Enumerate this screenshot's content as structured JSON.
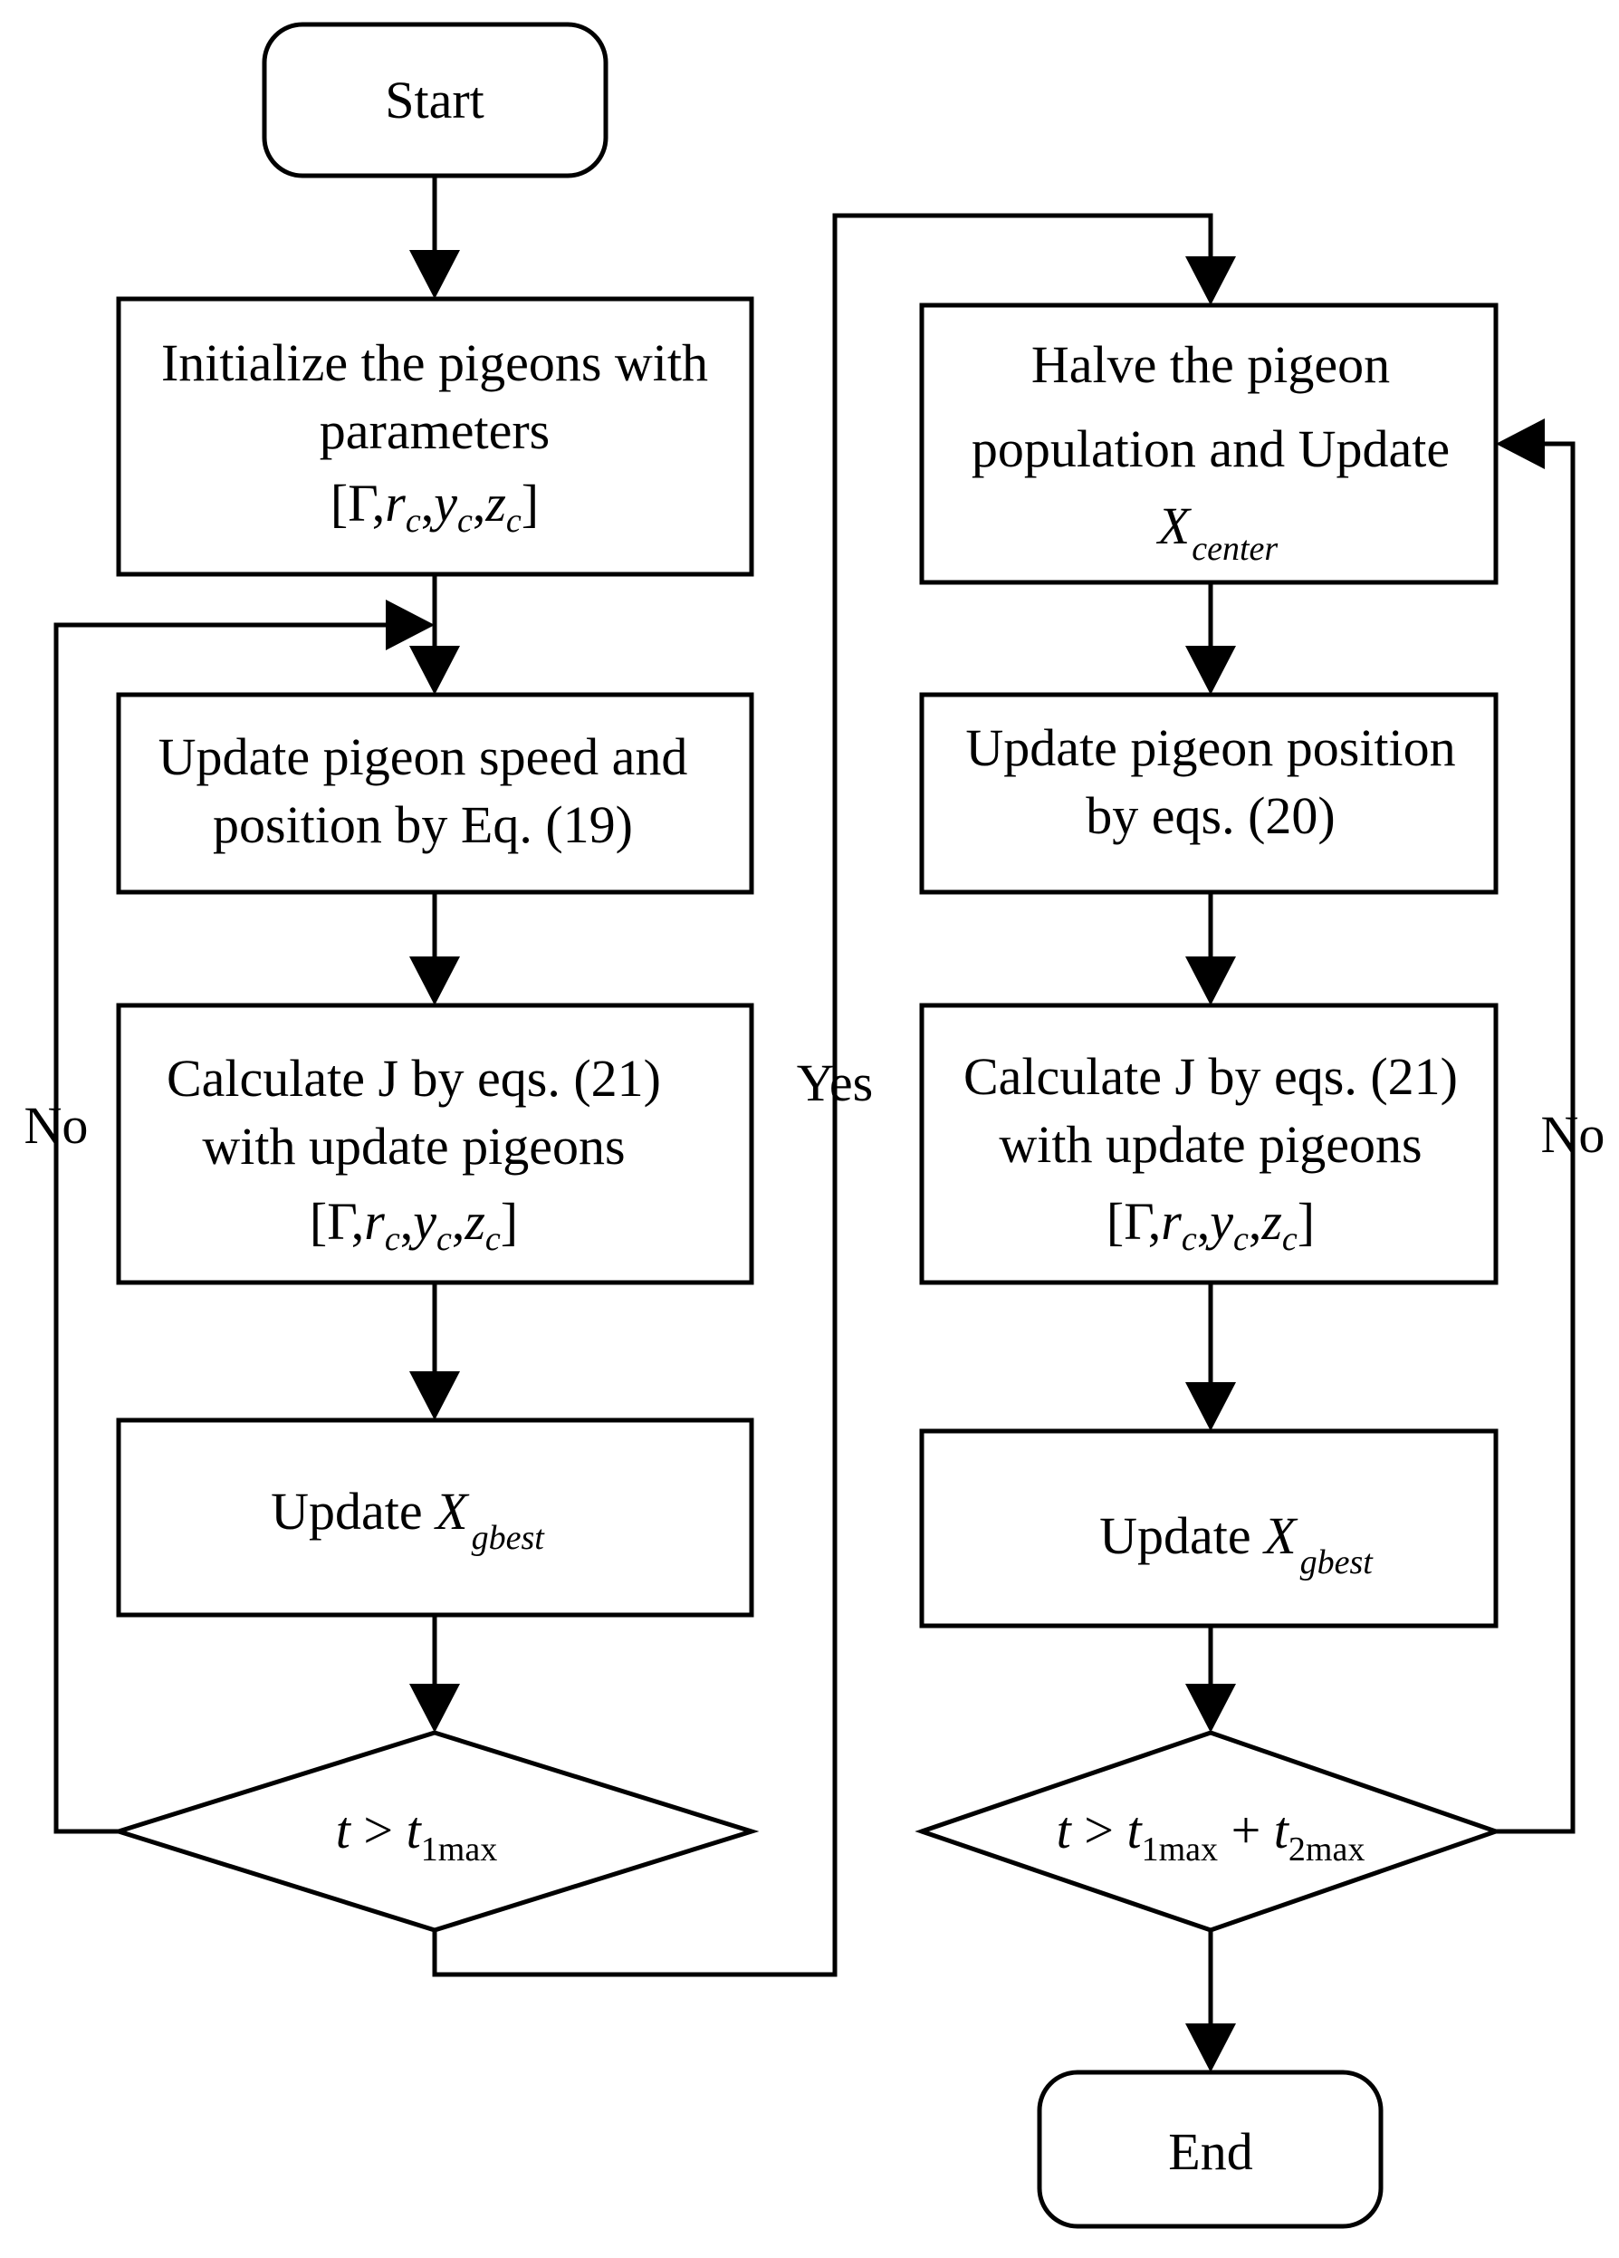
{
  "nodes": {
    "start": {
      "label": "Start"
    },
    "init": {
      "line1": "Initialize the pigeons with",
      "line2": "parameters",
      "params": {
        "open": "[Γ,",
        "r": "r",
        "c": "c",
        "comma": ",",
        "y": "y",
        "z": "z",
        "close": "]"
      }
    },
    "update_speed": {
      "line1": "Update pigeon speed and",
      "line2": "position by Eq. (19)"
    },
    "calc_left": {
      "line1": "Calculate J by eqs. (21)",
      "line2": "with update pigeons",
      "params": {
        "open": "[Γ,",
        "r": "r",
        "c": "c",
        "comma": ",",
        "y": "y",
        "z": "z",
        "close": "]"
      }
    },
    "update_gbest_left": {
      "prefix": "Update ",
      "var": "X",
      "sub": "gbest"
    },
    "cond_left": {
      "t": "t",
      "gt": " > ",
      "t1": "t",
      "sub1": "1max"
    },
    "halve": {
      "line1": "Halve the pigeon",
      "line2": "population and Update",
      "var": "X",
      "sub": "center"
    },
    "update_position": {
      "line1": "Update pigeon position",
      "line2": "by eqs. (20)"
    },
    "calc_right": {
      "line1": "Calculate J by eqs. (21)",
      "line2": "with update pigeons",
      "params": {
        "open": "[Γ,",
        "r": "r",
        "c": "c",
        "comma": ",",
        "y": "y",
        "z": "z",
        "close": "]"
      }
    },
    "update_gbest_right": {
      "prefix": "Update ",
      "var": "X",
      "sub": "gbest"
    },
    "cond_right": {
      "t": "t",
      "gt": " > ",
      "t1": "t",
      "sub1": "1max",
      "plus": " + ",
      "t2": "t",
      "sub2": "2max"
    },
    "end": {
      "label": "End"
    }
  },
  "edges": {
    "no_left": "No",
    "yes": "Yes",
    "no_right": "No"
  }
}
